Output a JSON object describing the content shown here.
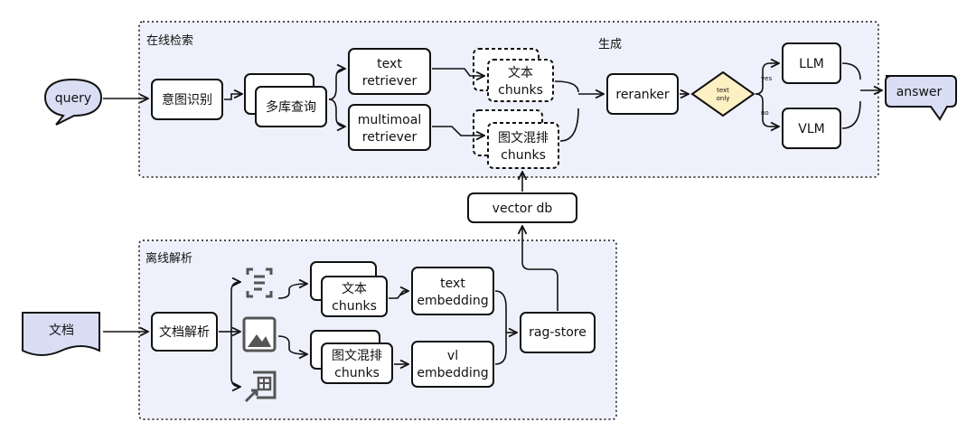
{
  "sections": {
    "online_title": "在线检索",
    "generation_title": "生成",
    "offline_title": "离线解析"
  },
  "nodes": {
    "query": "query",
    "intent": "意图识别",
    "multi_query": "多库查询",
    "text_retriever": [
      "text",
      "retriever"
    ],
    "multimodal_retriever": [
      "multimoal",
      "retriever"
    ],
    "online_text_chunks": [
      "文本",
      "chunks"
    ],
    "online_mixed_chunks": [
      "图文混排",
      "chunks"
    ],
    "reranker": "reranker",
    "decision": [
      "text",
      "only"
    ],
    "yes": "yes",
    "no": "no",
    "llm": "LLM",
    "vlm": "VLM",
    "answer": "answer",
    "vector_db": "vector db",
    "document": "文档",
    "doc_parse": "文档解析",
    "offline_text_chunks": [
      "文本",
      "chunks"
    ],
    "offline_mixed_chunks": [
      "图文混排",
      "chunks"
    ],
    "text_embedding": [
      "text",
      "embedding"
    ],
    "vl_embedding": [
      "vl",
      "embedding"
    ],
    "rag_store": "rag-store"
  },
  "icons": [
    "text-scan-icon",
    "image-icon",
    "layout-icon"
  ],
  "colors": {
    "region_fill": "#eef1fb",
    "shape_fill": "#d9def4",
    "decision_fill": "#fdf0c2",
    "icon_gray": "#555555"
  }
}
